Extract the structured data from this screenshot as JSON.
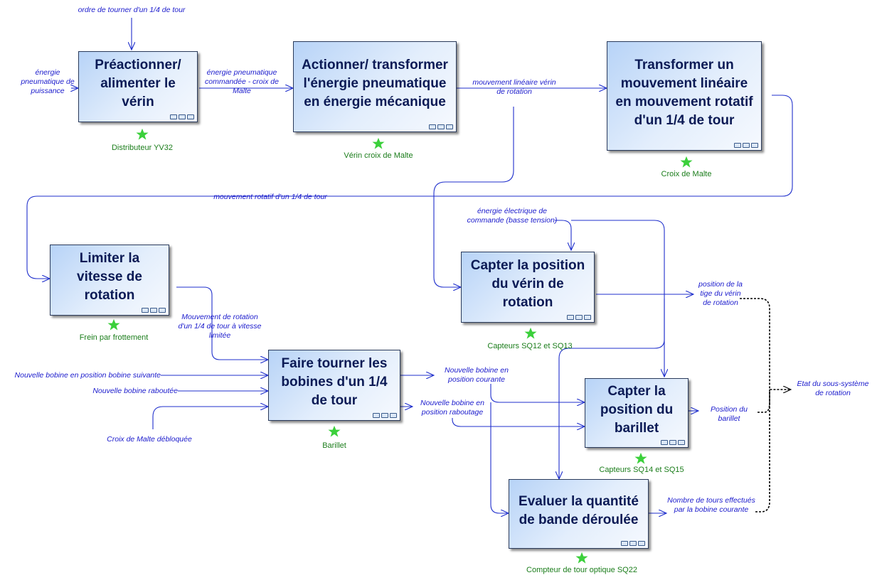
{
  "activities": {
    "a1": "Préactionner/ alimenter le vérin",
    "a2": "Actionner/ transformer l'énergie pneumatique en énergie mécanique",
    "a3": "Transformer un mouvement linéaire en mouvement rotatif d'un 1/4 de tour",
    "a4": "Limiter la vitesse de rotation",
    "a5": "Faire tourner les bobines d'un 1/4 de tour",
    "a6": "Capter la position du vérin de rotation",
    "a7": "Capter la position du barillet",
    "a8": "Evaluer la quantité de bande déroulée"
  },
  "mechanisms": {
    "m1": "Distributeur YV32",
    "m2": "Vérin croix de Malte",
    "m3": "Croix de Malte",
    "m4": "Frein par frottement",
    "m5": "Barillet",
    "m6": "Capteurs SQ12 et SQ13",
    "m7": "Capteurs SQ14 et SQ15",
    "m8": "Compteur de tour optique SQ22"
  },
  "flows": {
    "ordre": "ordre de tourner d'un 1/4 de tour",
    "energie_puissance": "énergie pneumatique de puissance",
    "energie_commande": "énergie pneumatique commandée - croix de Malte",
    "mouvement_lineaire": "mouvement linéaire vérin de rotation",
    "mouvement_rotatif": "mouvement rotatif d'un 1/4 de tour",
    "energie_electrique": "énergie électrique de commande (basse tension)",
    "mouvement_limite": "Mouvement de rotation d'un 1/4 de tour à vitesse limitée",
    "bobine_suivante": "Nouvelle bobine en position bobine suivante",
    "bobine_aboutee": "Nouvelle bobine raboutée",
    "croix_debloquee": "Croix de Malte débloquée",
    "bobine_courante": "Nouvelle bobine en position courante",
    "bobine_aboutage": "Nouvelle bobine en position raboutage",
    "position_tige": "position de la tige du vérin de rotation",
    "position_barillet": "Position du barillet",
    "nombre_tours": "Nombre de tours effectués par la bobine courante",
    "etat": "Etat du sous-système de rotation"
  },
  "colors": {
    "flow_text": "#1a1acc",
    "mechanism_text": "#1b7d1b",
    "activity_text": "#0b1a55",
    "wire": "#1f2fcc"
  }
}
